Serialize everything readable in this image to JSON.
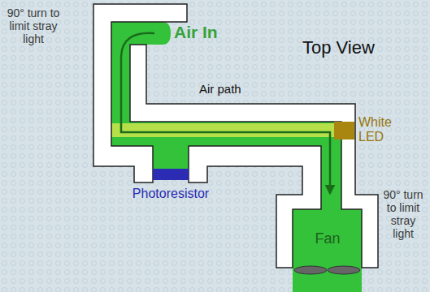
{
  "diagram": {
    "nodes": [
      {
        "text": [
          "White LED"
        ]
      },
      {
        "text": [
          "Photoresistor"
        ]
      },
      {
        "text": [
          "Fan"
        ]
      }
    ],
    "labels": [
      "90° turn to limit stray light",
      "Air In",
      "Top View",
      "Air path",
      "90° turn to limit stray light"
    ]
  }
}
